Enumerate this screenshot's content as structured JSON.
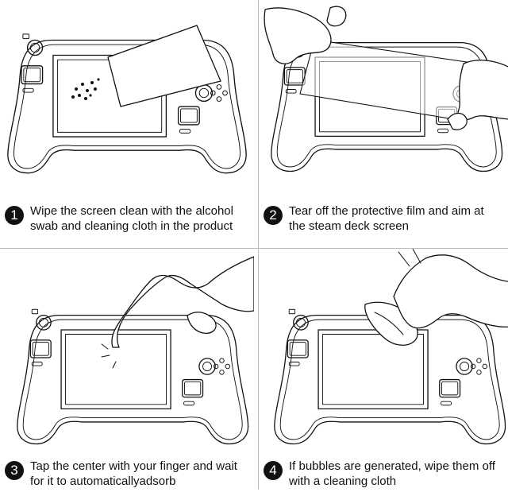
{
  "steps": [
    {
      "number": "1",
      "lines": [
        "Wipe the screen clean with the alcohol",
        "swab and cleaning cloth in the product"
      ]
    },
    {
      "number": "2",
      "lines": [
        "Tear off the protective film and aim at",
        "the steam deck screen"
      ]
    },
    {
      "number": "3",
      "lines": [
        "Tap the center with your finger and wait",
        "for it to automaticallyadsorb"
      ]
    },
    {
      "number": "4",
      "lines": [
        "If bubbles are generated, wipe them off",
        "with a cleaning cloth"
      ]
    }
  ]
}
